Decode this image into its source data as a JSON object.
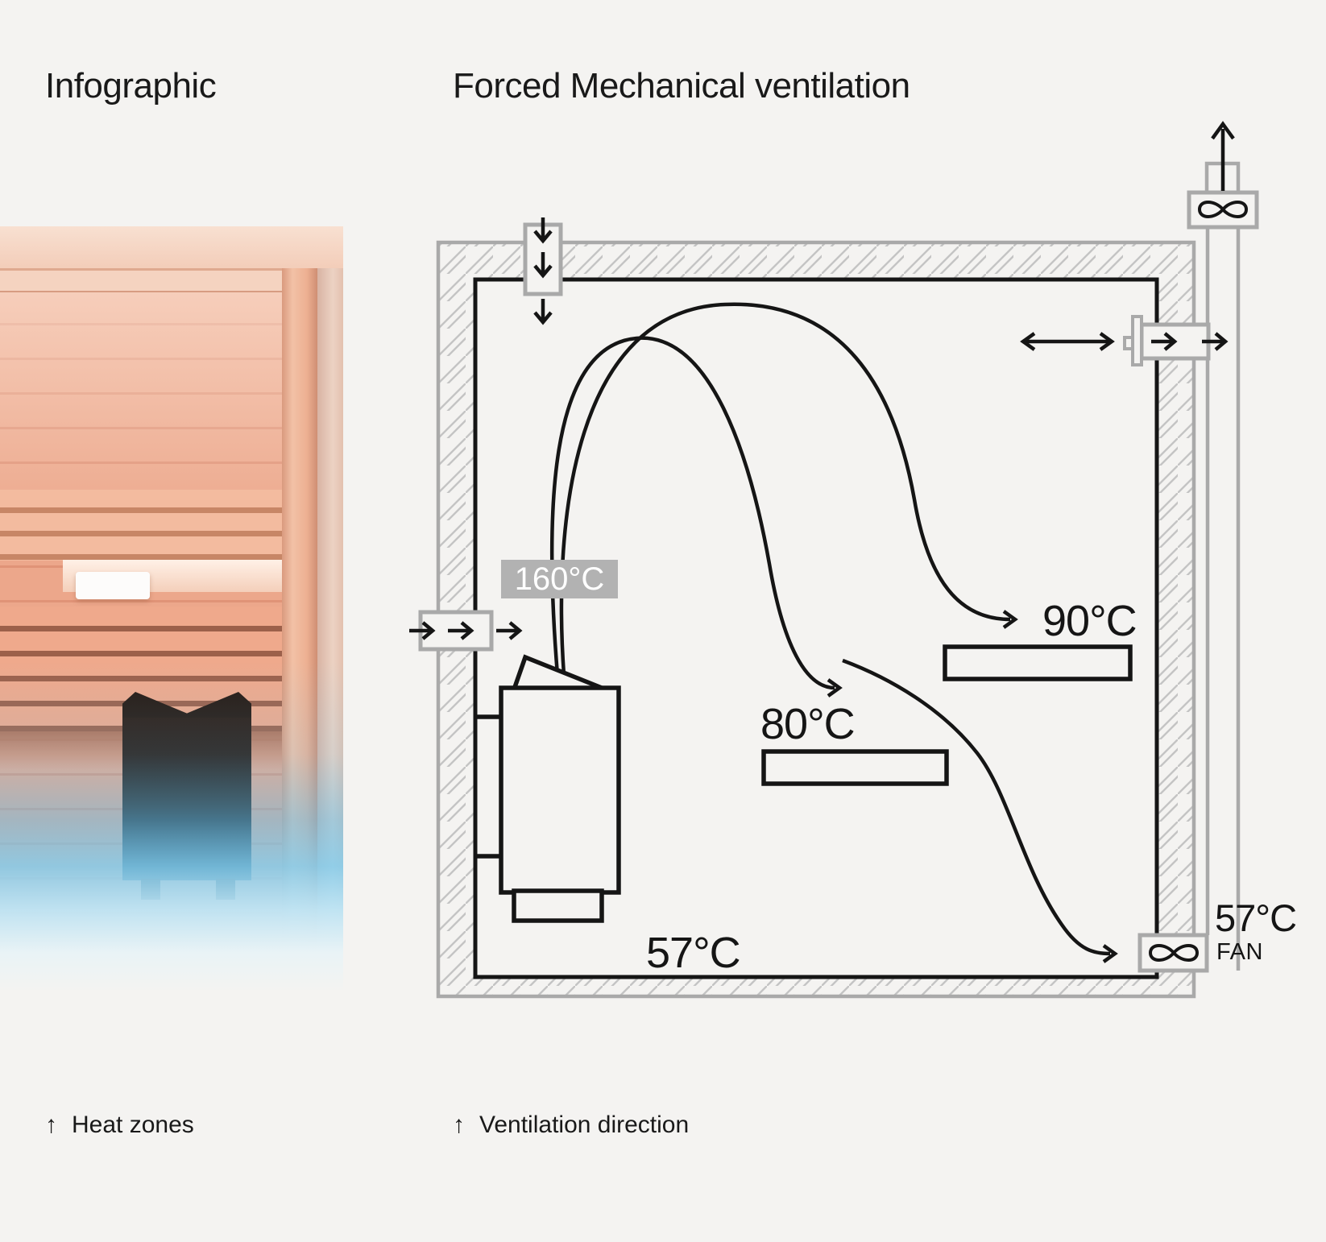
{
  "titles": {
    "left": "Infographic",
    "right": "Forced Mechanical ventilation"
  },
  "diagram": {
    "inlet_temp": "160°C",
    "upper_bench_temp": "90°C",
    "mid_bench_temp": "80°C",
    "floor_temp": "57°C",
    "exhaust_temp": "57°C",
    "exhaust_fan_label": "FAN"
  },
  "legend": {
    "arrow_glyph": "↑",
    "left_caption": "Heat zones",
    "right_caption": "Ventilation direction"
  },
  "colors": {
    "background": "#f4f3f1",
    "wall_gray": "#a9a9a9",
    "hatch_gray": "#c4c4c4",
    "line_black": "#151515",
    "badge_gray": "#b2b2b2",
    "badge_text": "#ffffff",
    "heat_color": "#e8a183",
    "cool_color": "#7ec8e8"
  }
}
